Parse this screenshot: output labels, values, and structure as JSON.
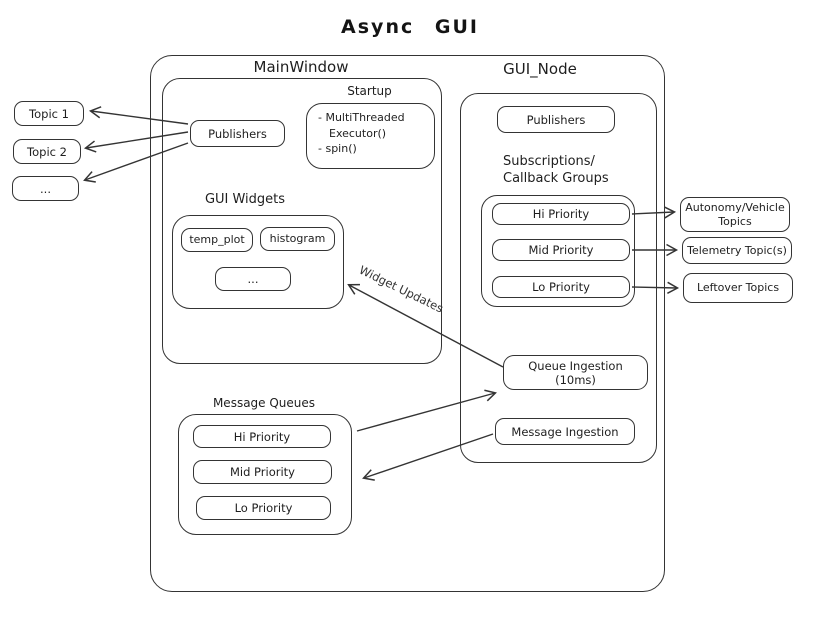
{
  "title": "Async GUI",
  "colors": {
    "stroke": "#343434",
    "background": "#ffffff",
    "text": "#1e1e1e"
  },
  "left_topics": [
    "Topic 1",
    "Topic 2",
    "..."
  ],
  "right_topics": [
    "Autonomy/Vehicle Topics",
    "Telemetry Topic(s)",
    "Leftover Topics"
  ],
  "main_window": {
    "label": "MainWindow",
    "publishers_label": "Publishers",
    "startup": {
      "label": "Startup",
      "lines": [
        "- MultiThreaded",
        "Executor()",
        "- spin()"
      ]
    },
    "gui_widgets": {
      "label": "GUI Widgets",
      "items": [
        "temp_plot",
        "histogram",
        "..."
      ]
    },
    "message_queues": {
      "label": "Message Queues",
      "items": [
        "Hi Priority",
        "Mid Priority",
        "Lo Priority"
      ]
    }
  },
  "gui_node": {
    "label": "GUI_Node",
    "publishers_label": "Publishers",
    "subscriptions_label_line1": "Subscriptions/",
    "subscriptions_label_line2": "Callback Groups",
    "callback_groups": [
      "Hi Priority",
      "Mid Priority",
      "Lo Priority"
    ],
    "queue_ingestion": "Queue Ingestion (10ms)",
    "message_ingestion": "Message Ingestion"
  },
  "edge_labels": {
    "widget_updates": "Widget Updates"
  }
}
